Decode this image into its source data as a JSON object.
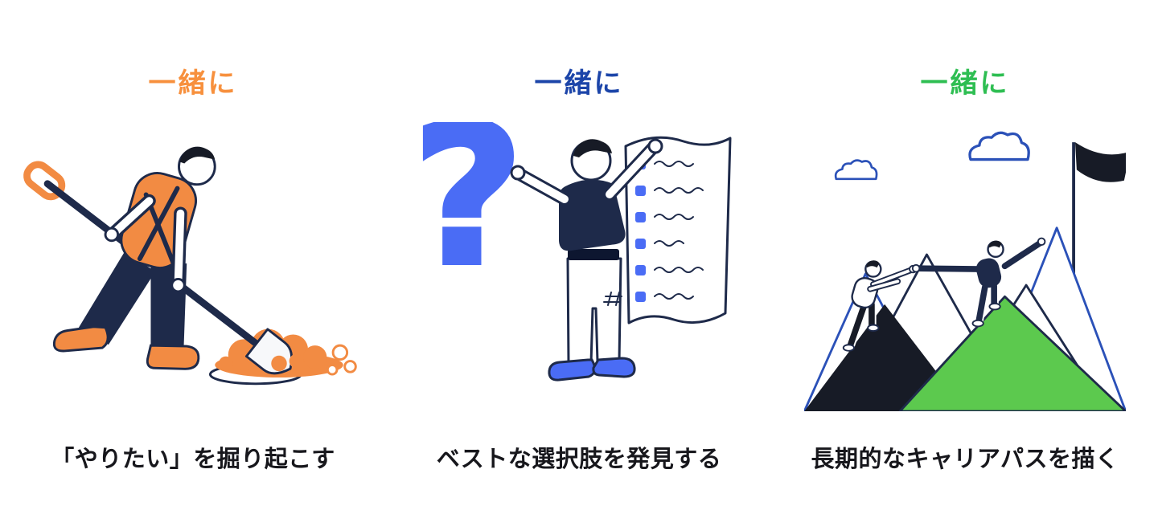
{
  "banner": {
    "background": "#ffffff",
    "caption_color": "#17171C"
  },
  "columns": [
    {
      "heading": "一緒に",
      "heading_color": "#F7903D",
      "caption": "「やりたい」を掘り起こす",
      "illustration": "person-digging-with-shovel"
    },
    {
      "heading": "一緒に",
      "heading_color": "#1C45A9",
      "caption": "ベストな選択肢を発見する",
      "illustration": "person-with-question-mark-and-checklist"
    },
    {
      "heading": "一緒に",
      "heading_color": "#2EBE52",
      "caption": "長期的なキャリアパスを描く",
      "illustration": "two-climbers-on-mountain-with-flag"
    }
  ],
  "illustration_text": {
    "question_mark": "?"
  },
  "colors": {
    "orange": "#F28B43",
    "royal_blue": "#1C45A9",
    "bright_blue": "#4A6CF5",
    "cloud_blue": "#2B51B8",
    "green": "#5CC94E",
    "navy_outline": "#1E2A4A",
    "ink_black": "#171B26"
  }
}
